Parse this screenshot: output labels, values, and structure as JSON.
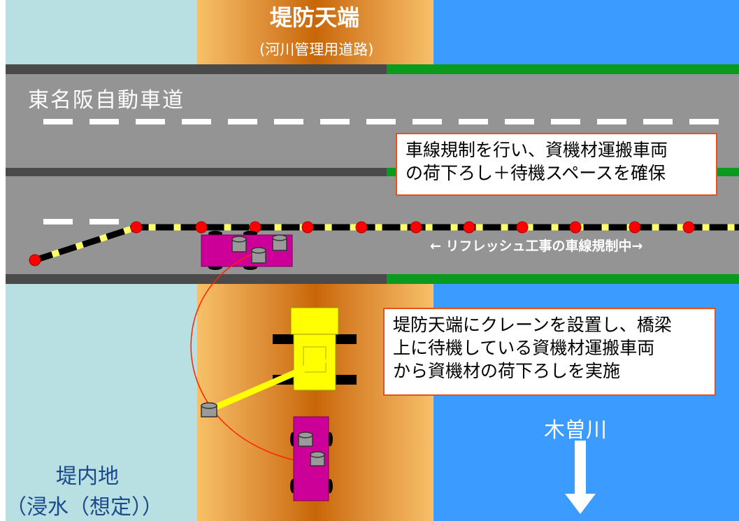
{
  "colors": {
    "inland": "#b8dfe1",
    "river": "#3b9bff",
    "embankment_outer": "#f7c069",
    "embankment_inner": "#c86607",
    "road": "#949494",
    "road_edge": "#4a4a4a",
    "green_edge": "#0a9b1e",
    "cone": "#ff0000",
    "callout_border": "#e8501e",
    "truck": "#cc0099",
    "crane": "#ffff00"
  },
  "labels": {
    "embankment_title": "堤防天端",
    "embankment_subtitle": "(河川管理用道路)",
    "expressway": "東名阪自動車道",
    "lane_restriction": "← リフレッシュ工事の車線規制中→",
    "river": "木曽川",
    "inland_line1": "堤内地",
    "inland_line2": "（浸水（想定））"
  },
  "callouts": {
    "top": [
      "車線規制を行い、資機材運搬車両",
      "の荷下ろし＋待機スペースを確保"
    ],
    "bottom": [
      "堤防天端にクレーンを設置し、橋梁",
      "上に待機している資機材運搬車両",
      "から資機材の荷下ろしを実施"
    ]
  },
  "icons": {
    "river_flow": "down-arrow-icon",
    "cone": "traffic-cone-icon",
    "material": "material-drum-icon",
    "crane": "crane-icon",
    "truck": "truck-icon"
  }
}
